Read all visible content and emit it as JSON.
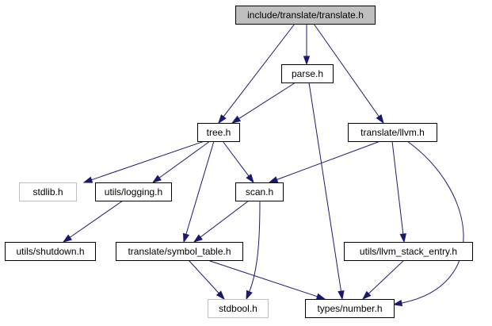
{
  "graph": {
    "nodes": [
      {
        "id": "translate_h",
        "label": "include/translate/translate.h",
        "kind": "root"
      },
      {
        "id": "parse_h",
        "label": "parse.h",
        "kind": "header"
      },
      {
        "id": "tree_h",
        "label": "tree.h",
        "kind": "header"
      },
      {
        "id": "llvm_h",
        "label": "translate/llvm.h",
        "kind": "header"
      },
      {
        "id": "stdlib_h",
        "label": "stdlib.h",
        "kind": "system"
      },
      {
        "id": "logging_h",
        "label": "utils/logging.h",
        "kind": "header"
      },
      {
        "id": "scan_h",
        "label": "scan.h",
        "kind": "header"
      },
      {
        "id": "shutdown_h",
        "label": "utils/shutdown.h",
        "kind": "header"
      },
      {
        "id": "symtab_h",
        "label": "translate/symbol_table.h",
        "kind": "header"
      },
      {
        "id": "stackentry_h",
        "label": "utils/llvm_stack_entry.h",
        "kind": "header"
      },
      {
        "id": "stdbool_h",
        "label": "stdbool.h",
        "kind": "system"
      },
      {
        "id": "number_h",
        "label": "types/number.h",
        "kind": "header"
      }
    ],
    "edges": [
      {
        "from": "translate_h",
        "to": "tree_h"
      },
      {
        "from": "translate_h",
        "to": "parse_h"
      },
      {
        "from": "translate_h",
        "to": "llvm_h"
      },
      {
        "from": "parse_h",
        "to": "tree_h"
      },
      {
        "from": "parse_h",
        "to": "number_h"
      },
      {
        "from": "tree_h",
        "to": "stdlib_h"
      },
      {
        "from": "tree_h",
        "to": "logging_h"
      },
      {
        "from": "tree_h",
        "to": "scan_h"
      },
      {
        "from": "tree_h",
        "to": "symtab_h"
      },
      {
        "from": "llvm_h",
        "to": "scan_h"
      },
      {
        "from": "llvm_h",
        "to": "stackentry_h"
      },
      {
        "from": "llvm_h",
        "to": "number_h"
      },
      {
        "from": "logging_h",
        "to": "shutdown_h"
      },
      {
        "from": "scan_h",
        "to": "symtab_h"
      },
      {
        "from": "scan_h",
        "to": "stdbool_h"
      },
      {
        "from": "symtab_h",
        "to": "stdbool_h"
      },
      {
        "from": "symtab_h",
        "to": "number_h"
      },
      {
        "from": "stackentry_h",
        "to": "number_h"
      }
    ],
    "colors": {
      "edge": "#191970",
      "root_fill": "#bfbfbf",
      "system_border": "#bfbfbf",
      "node_border": "#000000"
    }
  }
}
